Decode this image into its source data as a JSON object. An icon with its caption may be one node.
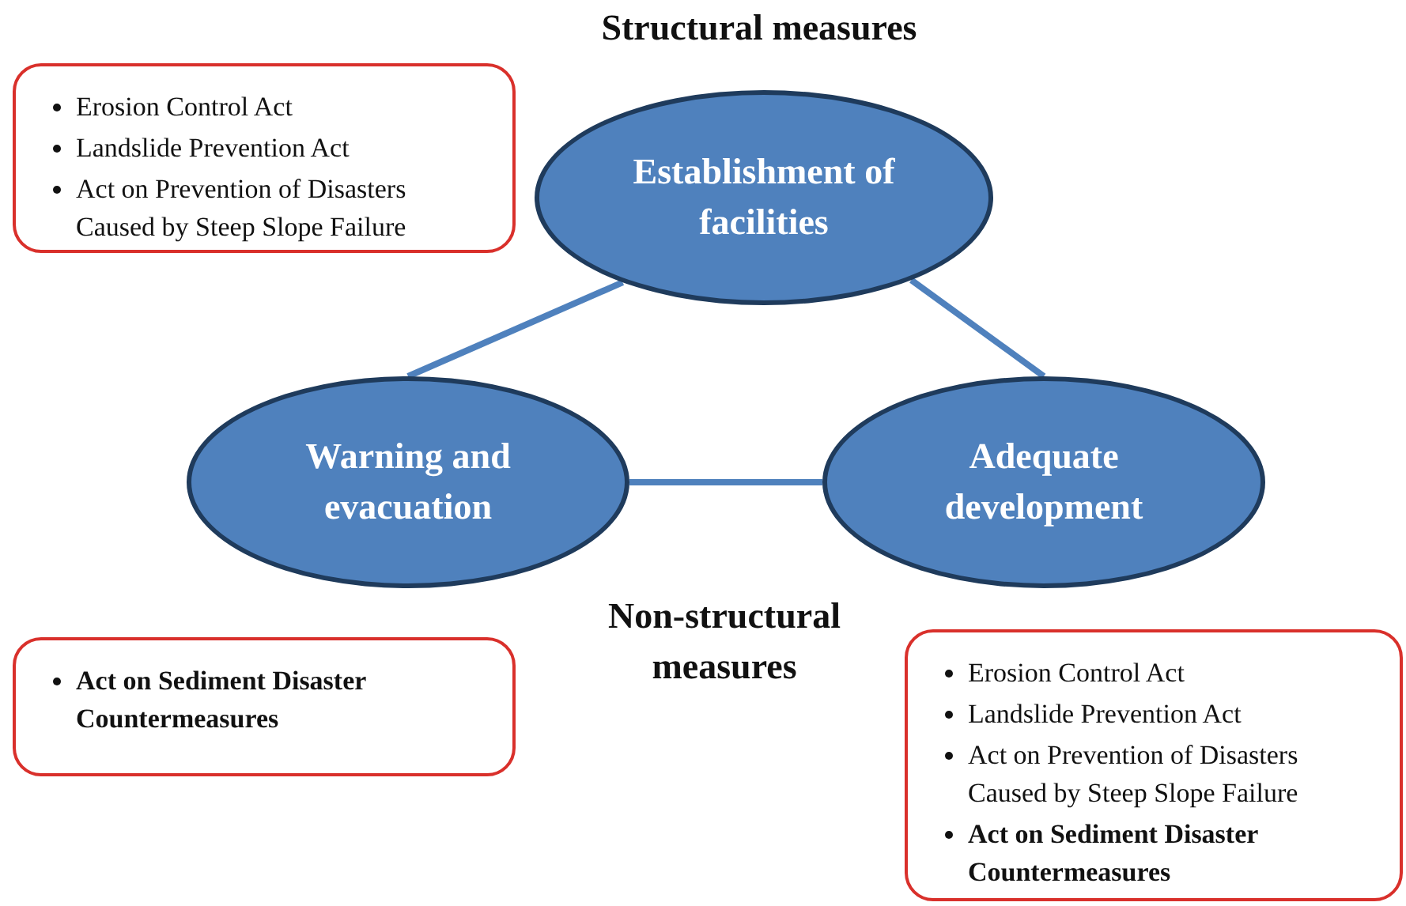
{
  "diagram": {
    "nodes": [
      {
        "text": [
          "Erosion Control Act",
          "Landslide Prevention Act",
          "Act on Prevention of Disasters Caused by Steep Slope Failure"
        ]
      },
      {
        "text": [
          "Establishment of facilities"
        ]
      },
      {
        "text": [
          "Warning and evacuation"
        ]
      },
      {
        "text": [
          "Adequate development"
        ]
      },
      {
        "text": [
          "**Act on Sediment Disaster Countermeasures**"
        ]
      },
      {
        "text": [
          "Erosion Control Act",
          "Landslide Prevention Act",
          "Act on Prevention of Disasters Caused by Steep Slope Failure",
          "**Act on Sediment Disaster Countermeasures**"
        ]
      }
    ],
    "edges": [
      {
        "from": 1,
        "to": 2,
        "arrow": "none"
      },
      {
        "from": 1,
        "to": 3,
        "arrow": "none"
      },
      {
        "from": 2,
        "to": 3,
        "arrow": "none"
      }
    ],
    "labels": [
      "Structural measures",
      "Non-structural measures"
    ]
  }
}
